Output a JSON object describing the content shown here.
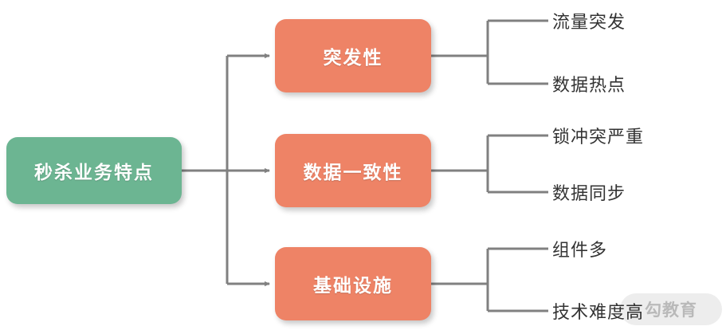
{
  "diagram": {
    "title": "秒杀业务特点",
    "type": "mind-map",
    "orientation": "left-to-right",
    "colors": {
      "root_fill": "#6CB592",
      "branch_fill": "#EE8366",
      "connector": "#808080",
      "node_text": "#FFFFFF",
      "leaf_text": "#333333",
      "background": "#FFFFFF"
    },
    "root": {
      "label": "秒杀业务特点"
    },
    "branches": [
      {
        "label": "突发性",
        "leaves": [
          {
            "label": "流量突发"
          },
          {
            "label": "数据热点"
          }
        ]
      },
      {
        "label": "数据一致性",
        "leaves": [
          {
            "label": "锁冲突严重"
          },
          {
            "label": "数据同步"
          }
        ]
      },
      {
        "label": "基础设施",
        "leaves": [
          {
            "label": "组件多"
          },
          {
            "label": "技术难度高"
          }
        ]
      }
    ]
  },
  "watermark": {
    "text": "勾教育"
  }
}
